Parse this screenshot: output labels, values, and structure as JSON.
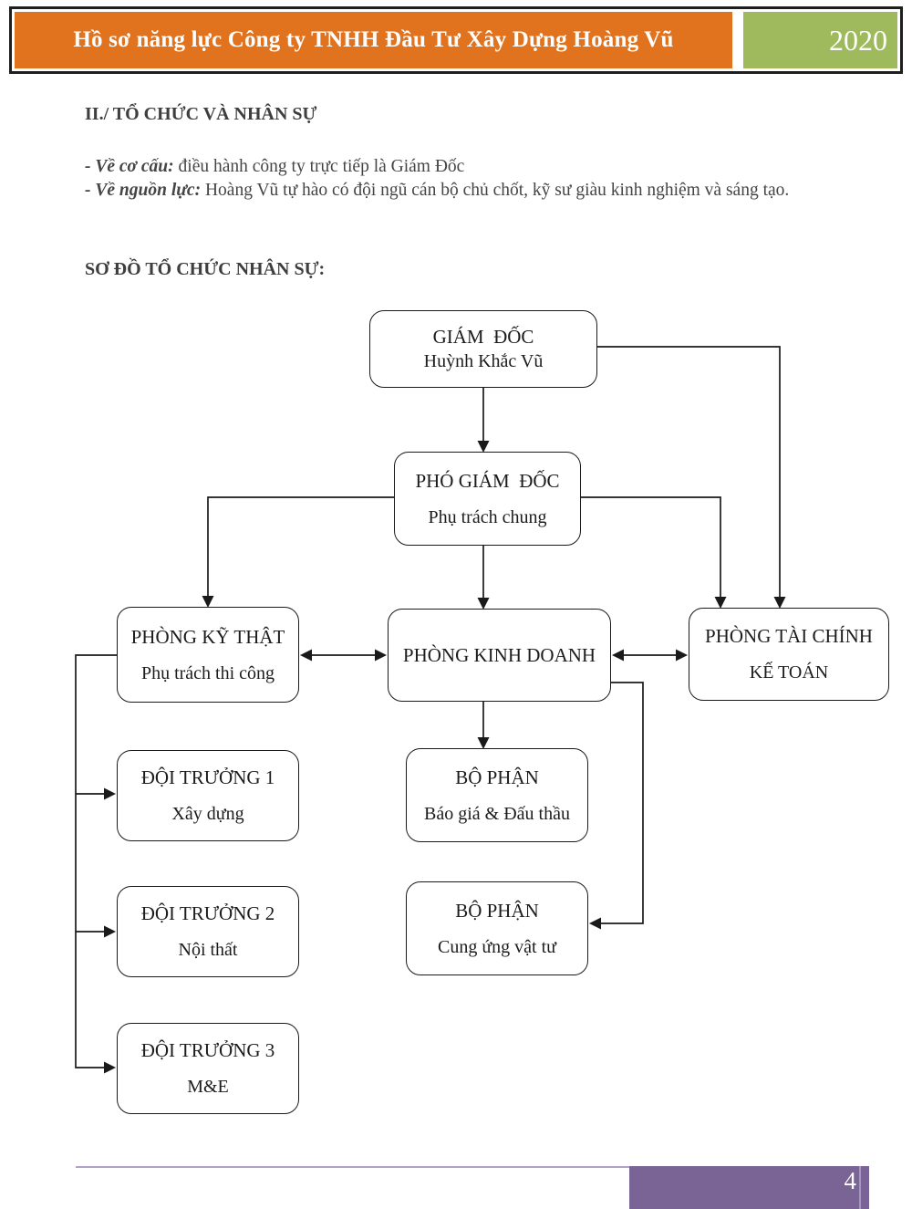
{
  "banner": {
    "title": "Hồ sơ năng lực Công ty TNHH Đầu Tư Xây Dựng Hoàng Vũ",
    "year": "2020",
    "orange_color": "#e2731e",
    "green_color": "#9eba5c"
  },
  "section": {
    "heading": "II./ TỔ CHỨC VÀ NHÂN SỰ",
    "bullet1_label": "- Về cơ cấu:",
    "bullet1_text": "điều hành công ty trực tiếp là Giám Đốc",
    "bullet2_label": "- Về nguồn lực:",
    "bullet2_text": "Hoàng Vũ tự hào có đội ngũ cán bộ chủ chốt, kỹ sư giàu kinh nghiệm và sáng tạo."
  },
  "chart": {
    "heading": "SƠ ĐỒ TỔ CHỨC NHÂN SỰ:",
    "nodes": {
      "giam_doc": {
        "title": "GIÁM  ĐỐC",
        "subtitle": "Huỳnh Khắc Vũ"
      },
      "pho_giam_doc": {
        "title": "PHÓ GIÁM  ĐỐC",
        "subtitle": "Phụ trách chung"
      },
      "ky_that": {
        "title": "PHÒNG KỸ THẬT",
        "subtitle": "Phụ trách thi công"
      },
      "kinh_doanh": {
        "title": "PHÒNG KINH DOANH"
      },
      "tai_chinh": {
        "title": "PHÒNG TÀI CHÍNH",
        "subtitle": "KẾ TOÁN"
      },
      "doi_truong_1": {
        "title": "ĐỘI TRƯỞNG 1",
        "subtitle": "Xây dựng"
      },
      "doi_truong_2": {
        "title": "ĐỘI TRƯỞNG 2",
        "subtitle": "Nội thất"
      },
      "doi_truong_3": {
        "title": "ĐỘI TRƯỞNG 3",
        "subtitle": "M&E"
      },
      "bo_phan_bao_gia": {
        "title": "BỘ PHẬN",
        "subtitle": "Báo giá & Đấu thầu"
      },
      "bo_phan_cung_ung": {
        "title": "BỘ PHẬN",
        "subtitle": "Cung ứng vật tư"
      }
    }
  },
  "footer": {
    "page_number": "4",
    "bar_color": "#7a6496",
    "line_color": "#b2a1c7"
  }
}
